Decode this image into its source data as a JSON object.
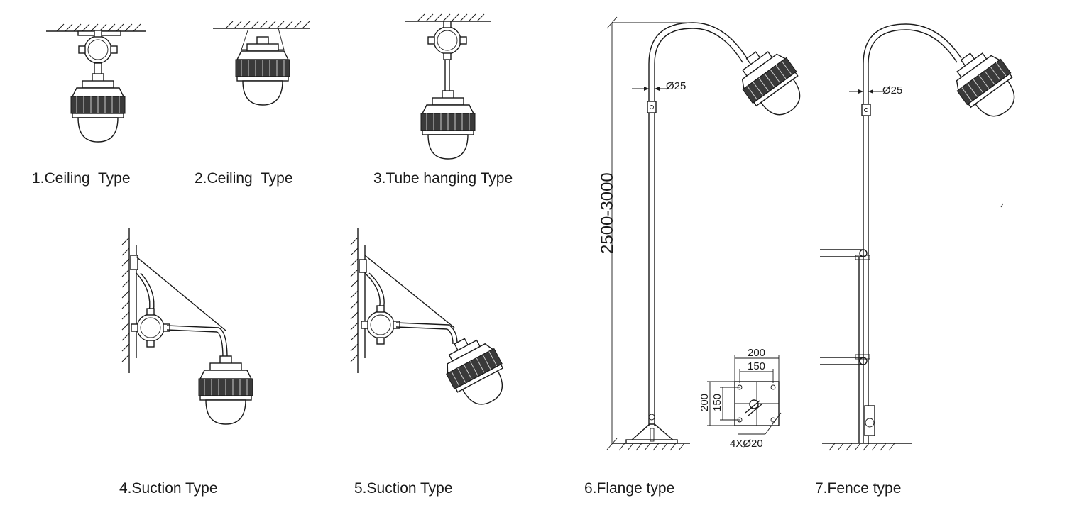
{
  "captions": {
    "type1": "1.Ceiling  Type",
    "type2": "2.Ceiling  Type",
    "type3": "3.Tube hanging Type",
    "type4": "4.Suction Type",
    "type5": "5.Suction Type",
    "type6": "6.Flange type",
    "type7": "7.Fence type"
  },
  "dimensions": {
    "pole_height": "2500-3000",
    "pipe_dia_flange": "Ø25",
    "pipe_dia_fence": "Ø25",
    "flange_outer_w": "200",
    "flange_inner_w": "150",
    "flange_outer_h": "200",
    "flange_inner_h": "150",
    "flange_holes": "4XØ20"
  },
  "colors": {
    "line": "#1a1a1a",
    "fill_dark": "#3a3a3a",
    "background": "#ffffff"
  }
}
